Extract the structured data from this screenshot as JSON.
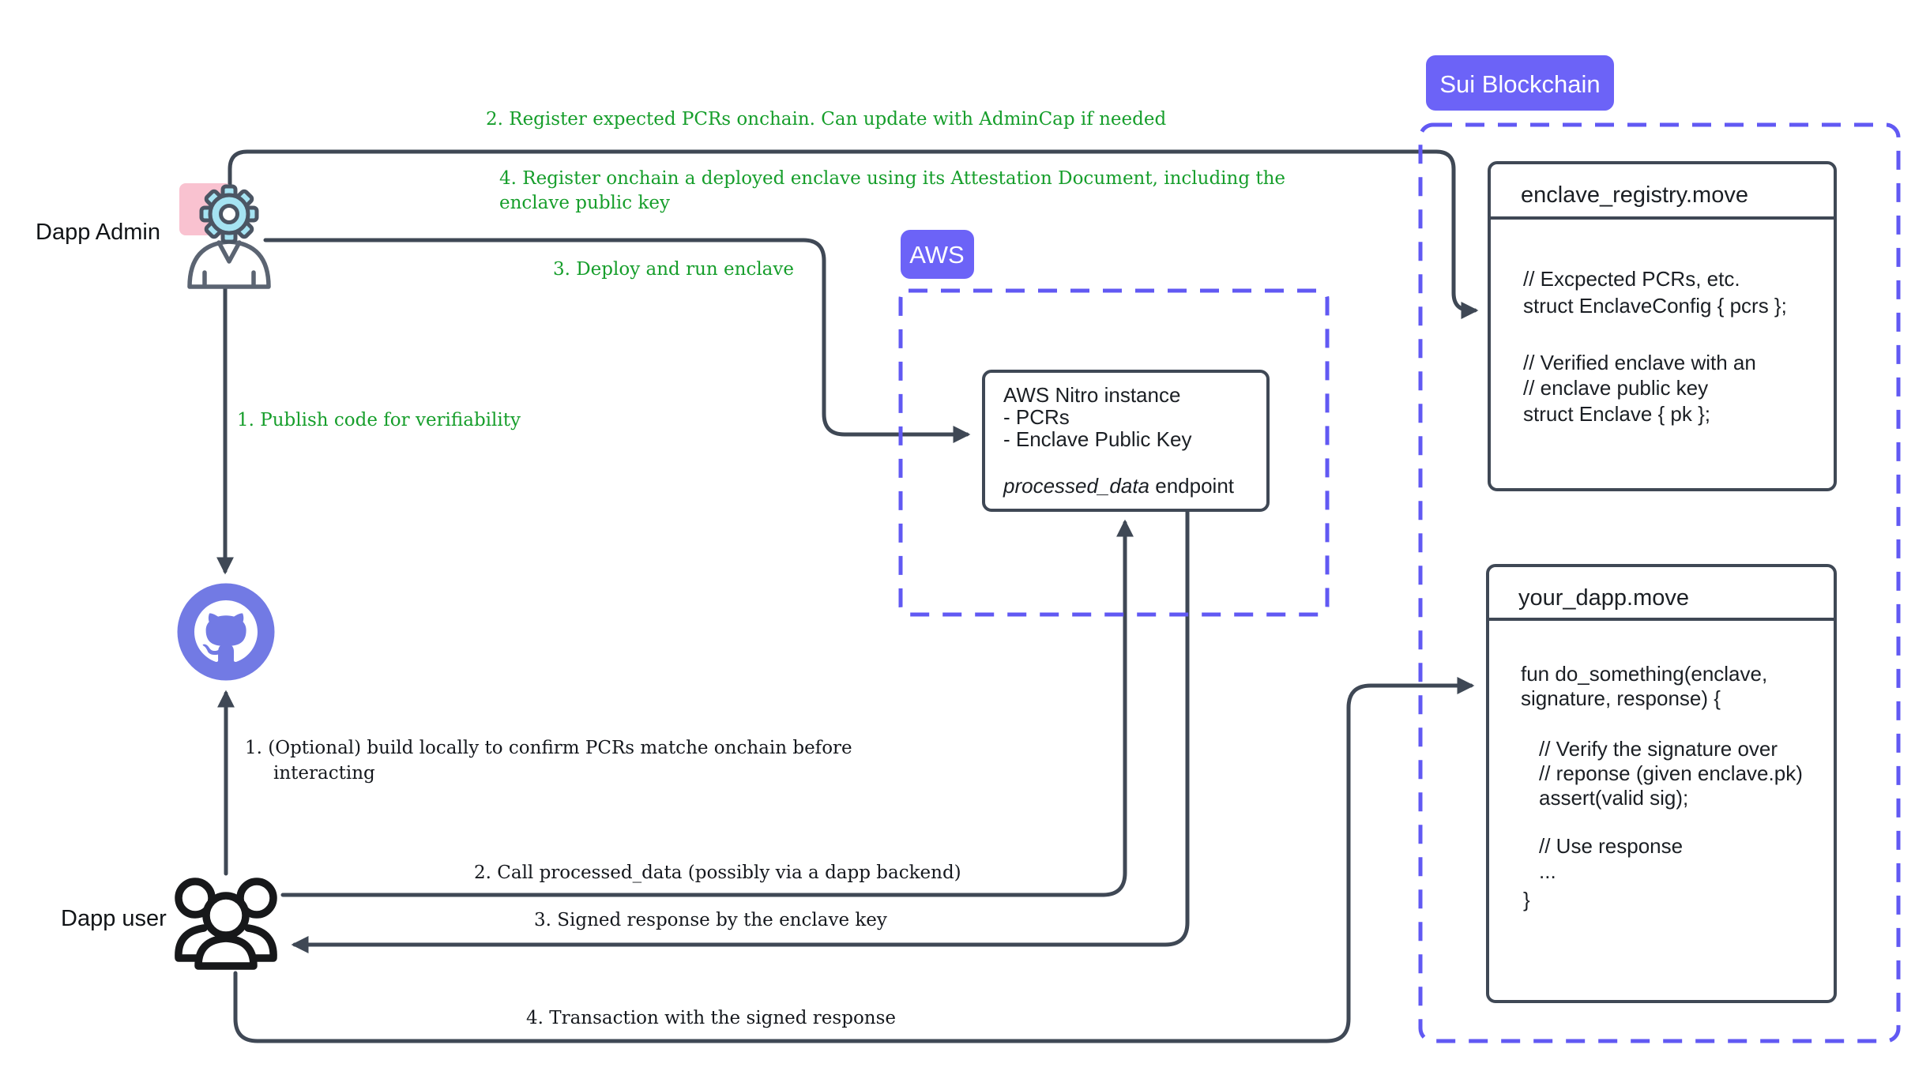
{
  "colors": {
    "line": "#3f4855",
    "green_annotation": "#169e2b",
    "badge_purple": "#6c63f7",
    "dashed_border": "#6159f3",
    "github_circle": "#727ae4",
    "gear_fill": "#a5e3f2",
    "pink_accent": "#f9c2d0",
    "ink": "#15181d"
  },
  "labels": {
    "dapp_admin": "Dapp Admin",
    "dapp_user": "Dapp user"
  },
  "badges": {
    "sui": "Sui Blockchain",
    "aws": "AWS"
  },
  "admin_flow": {
    "step1": "1. Publish code for verifiability",
    "step2": "2. Register expected PCRs onchain. Can update with AdminCap if needed",
    "step3": "3. Deploy and run enclave",
    "step4_line1": "4. Register onchain a deployed enclave using its Attestation Document, including the",
    "step4_line2": "enclave public key"
  },
  "user_flow": {
    "step1_line1": "1. (Optional) build locally to confirm PCRs matche onchain before",
    "step1_line2": "interacting",
    "step2": "2. Call processed_data (possibly via a dapp backend)",
    "step3": "3. Signed response by the enclave key",
    "step4": "4. Transaction with the signed response"
  },
  "nitro": {
    "title": "AWS Nitro instance",
    "item1": "- PCRs",
    "item2": "- Enclave Public Key",
    "endpoint_name": "processed_data",
    "endpoint_rest": " endpoint"
  },
  "enclave_registry": {
    "title": "enclave_registry.move",
    "code": [
      "// Excpected PCRs, etc.",
      "struct EnclaveConfig { pcrs };",
      "// Verified enclave with an",
      "// enclave public key",
      "struct Enclave { pk };"
    ]
  },
  "your_dapp": {
    "title": "your_dapp.move",
    "code": [
      "fun do_something(enclave,",
      "signature, response) {",
      "// Verify the signature over",
      "// reponse (given enclave.pk)",
      "assert(valid sig);",
      "// Use response",
      "...",
      "}"
    ]
  }
}
